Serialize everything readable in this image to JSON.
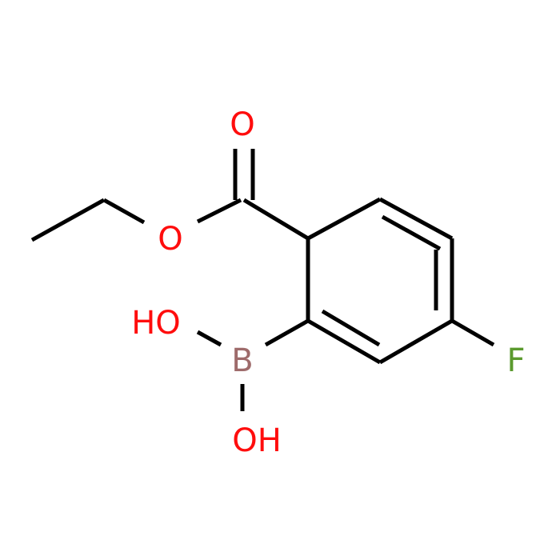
{
  "structure": {
    "atoms": [
      {
        "id": "o-carbonyl",
        "label": "O",
        "color": "#ff0d0d"
      },
      {
        "id": "o-ester",
        "label": "O",
        "color": "#ff0d0d"
      },
      {
        "id": "oh-upper",
        "label": "HO",
        "color": "#ff0d0d"
      },
      {
        "id": "boron",
        "label": "B",
        "color": "#9e6b6b"
      },
      {
        "id": "oh-lower",
        "label": "OH",
        "color": "#ff0d0d"
      },
      {
        "id": "fluorine",
        "label": "F",
        "color": "#5b9a2e"
      }
    ],
    "bond_color": "#000000"
  }
}
